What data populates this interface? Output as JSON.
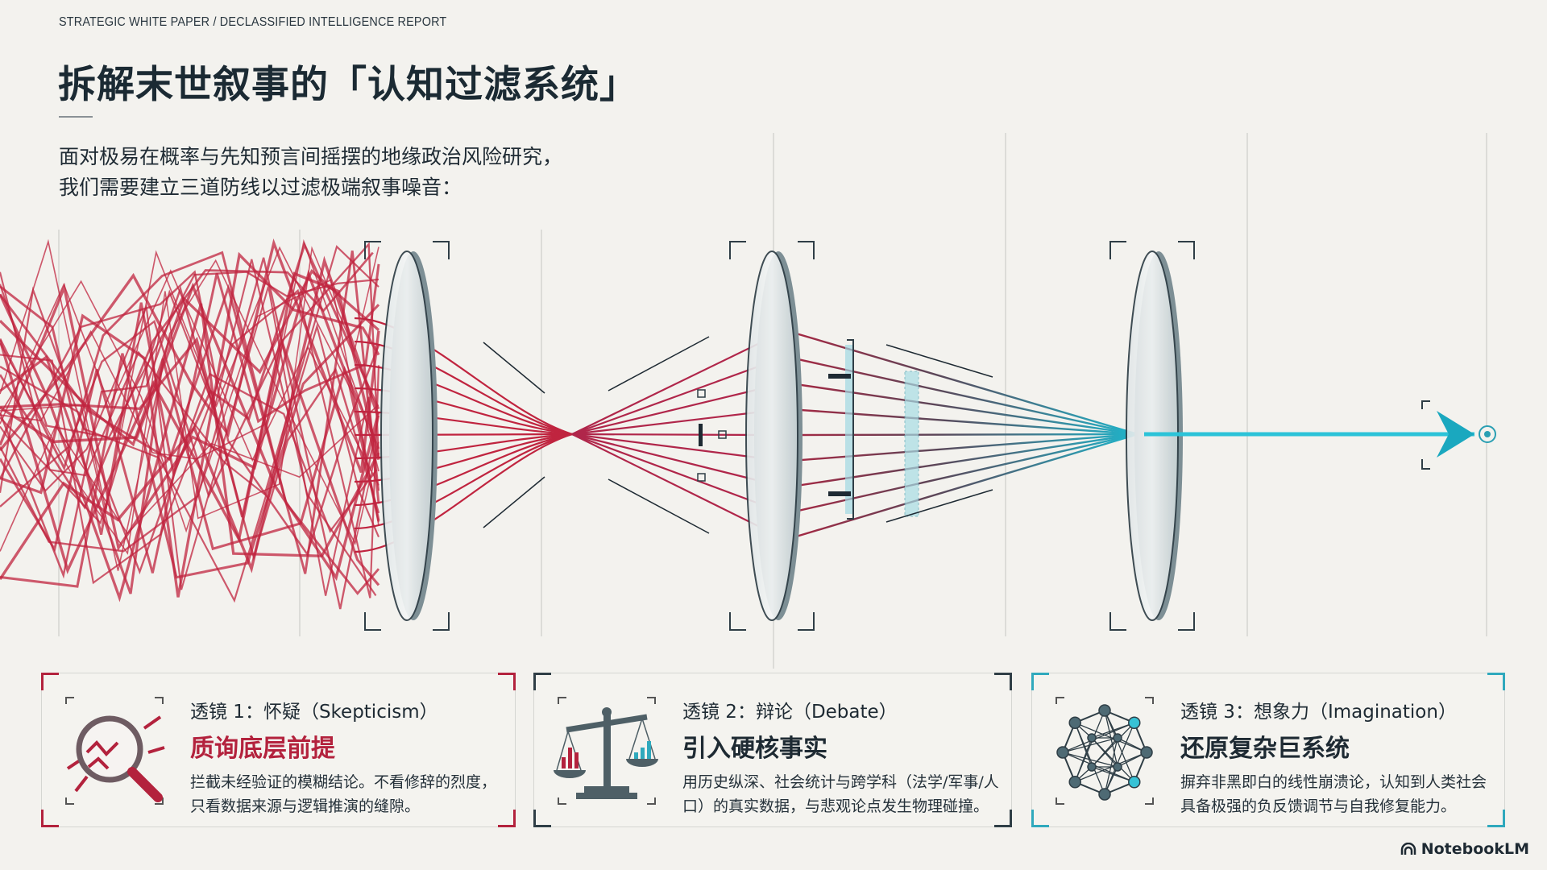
{
  "header": {
    "kicker": "STRATEGIC WHITE PAPER / DECLASSIFIED INTELLIGENCE REPORT",
    "title": "拆解末世叙事的「认知过滤系统」",
    "intro_line1": "面对极易在概率与先知预言间摇摆的地缘政治风险研究，",
    "intro_line2": "我们需要建立三道防线以过滤极端叙事噪音："
  },
  "colors": {
    "red": "#c0243f",
    "cyan": "#1fb6cc",
    "dark": "#2f3e46",
    "bg": "#f3f2ee"
  },
  "cards": [
    {
      "label": "透镜 1：怀疑（Skepticism）",
      "heading": "质询底层前提",
      "description": "拦截未经验证的模糊结论。不看修辞的烈度，只看数据来源与逻辑推演的缝隙。",
      "icon": "magnifier-icon",
      "accent": "#b3223d"
    },
    {
      "label": "透镜 2：辩论（Debate）",
      "heading": "引入硬核事实",
      "description": "用历史纵深、社会统计与跨学科（法学/军事/人口）的真实数据，与悲观论点发生物理碰撞。",
      "icon": "balance-scale-icon",
      "accent": "#2f3e46"
    },
    {
      "label": "透镜 3：想象力（Imagination）",
      "heading": "还原复杂巨系统",
      "description": "摒弃非黑即白的线性崩溃论，认知到人类社会具备极强的负反馈调节与自我修复能力。",
      "icon": "network-icon",
      "accent": "#2fa9bd"
    }
  ],
  "brand": {
    "name": "NotebookLM"
  }
}
